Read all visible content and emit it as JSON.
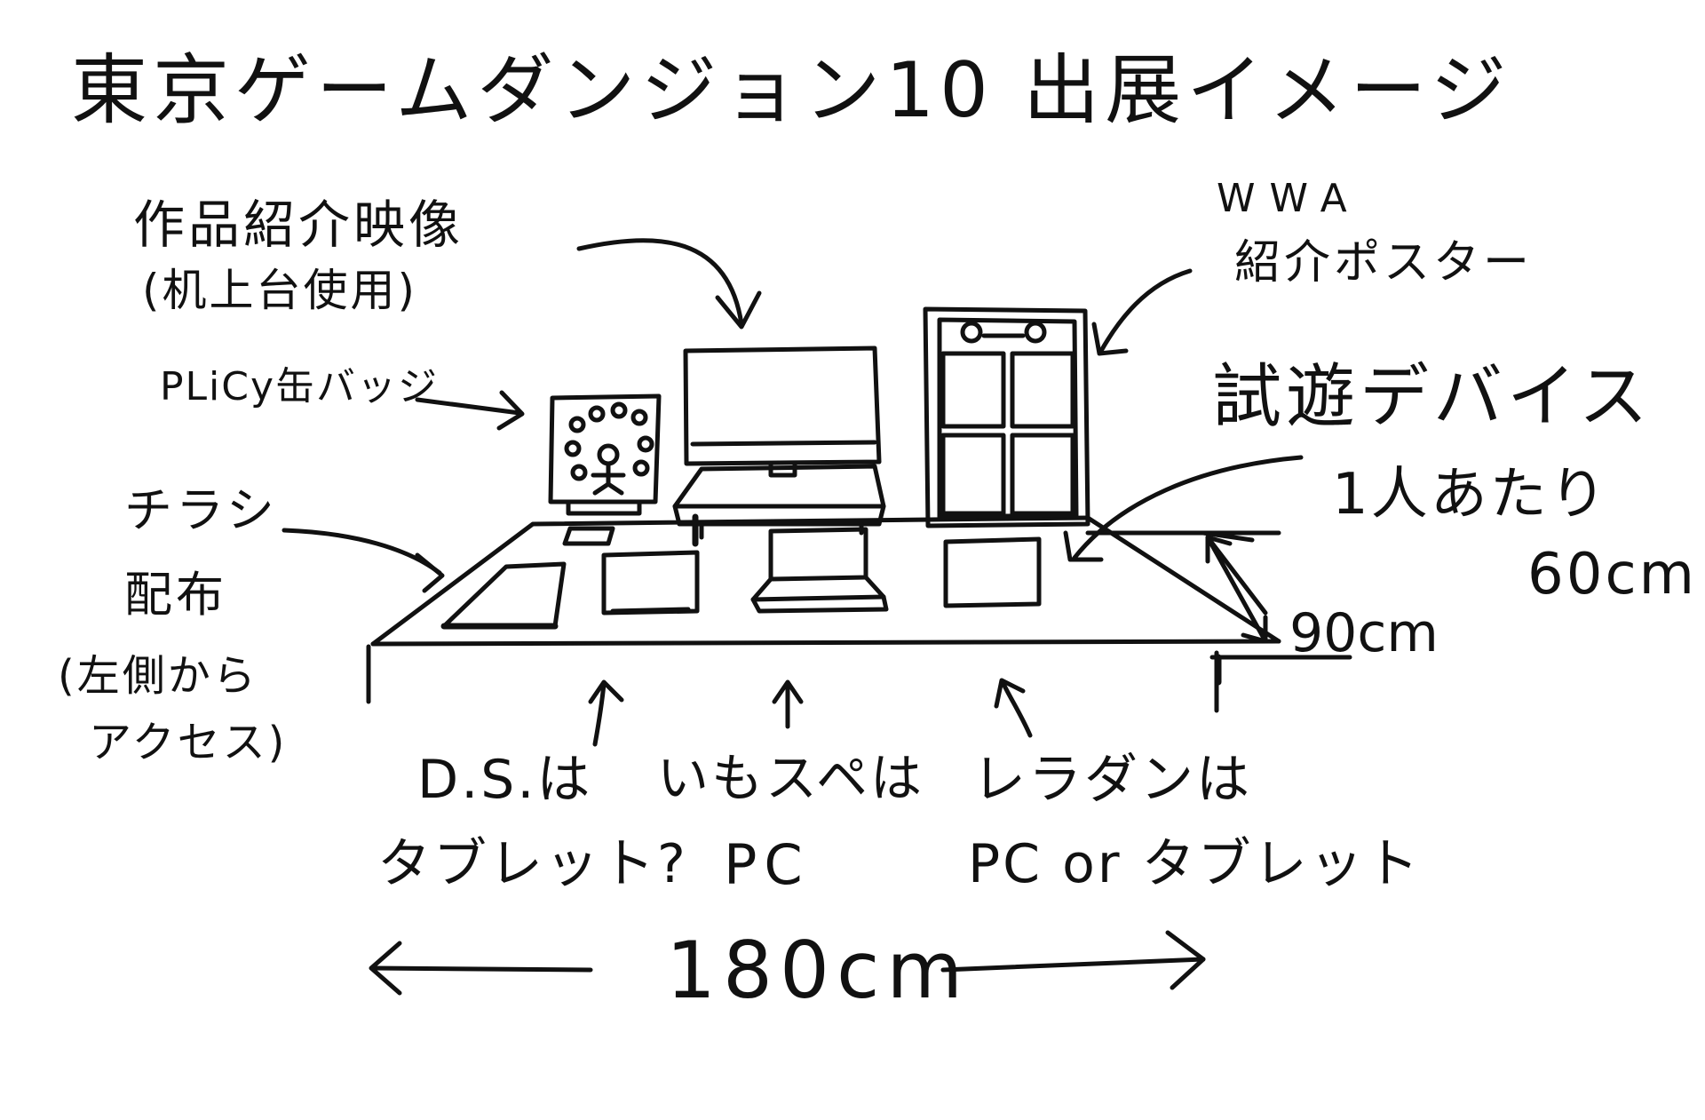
{
  "title": "東京ゲームダンジョン10 出展イメージ",
  "labels": {
    "video_line1": "作品紹介映像",
    "video_line2": "(机上台使用)",
    "badge": "PLiCy缶バッジ",
    "poster_line1": "WWA",
    "poster_line2": "紹介ポスター",
    "device": "試遊デバイス",
    "per_person_line1": "1人あたり",
    "per_person_line2": "60cm",
    "depth": "90cm",
    "flyer_line1": "チラシ",
    "flyer_line2": "配布",
    "flyer_line3": "(左側から",
    "flyer_line4": "アクセス)",
    "ds_line1": "D.S.は",
    "ds_line2": "タブレット?",
    "imo_line1": "いもスペは",
    "imo_line2": "PC",
    "reda_line1": "レラダンは",
    "reda_line2": "PC or タブレット",
    "width": "180cm"
  }
}
